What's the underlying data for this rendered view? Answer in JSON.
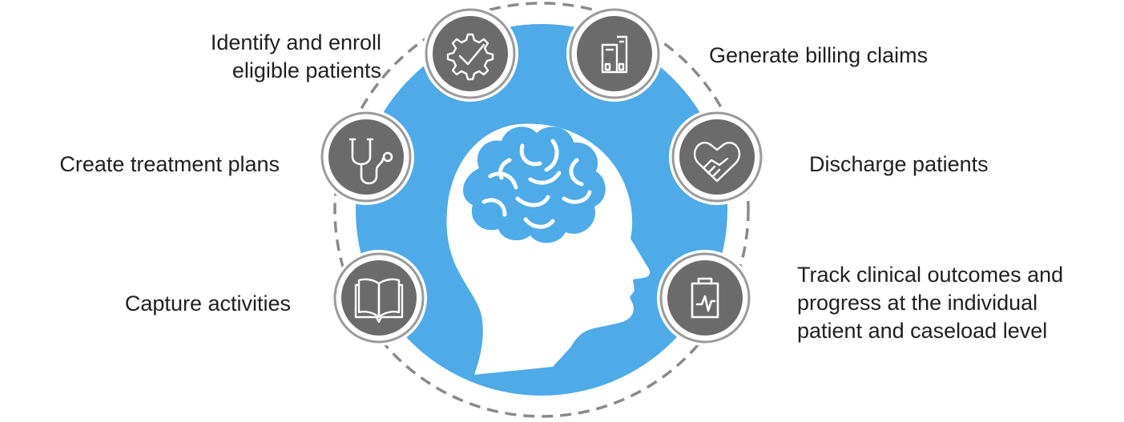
{
  "steps": [
    {
      "id": "identify",
      "icon": "gear-check-icon",
      "lines": [
        "Identify and enroll",
        "eligible patients"
      ]
    },
    {
      "id": "billing",
      "icon": "documents-icon",
      "lines": [
        "Generate billing claims"
      ]
    },
    {
      "id": "treatment",
      "icon": "stethoscope-icon",
      "lines": [
        "Create treatment plans"
      ]
    },
    {
      "id": "discharge",
      "icon": "handshake-heart-icon",
      "lines": [
        "Discharge patients"
      ]
    },
    {
      "id": "capture",
      "icon": "open-book-icon",
      "lines": [
        "Capture activities"
      ]
    },
    {
      "id": "track",
      "icon": "clipboard-chart-icon",
      "lines": [
        "Track clinical outcomes and",
        "progress at the individual",
        "patient and caseload level"
      ]
    }
  ],
  "center_icon": "head-brain-icon",
  "colors": {
    "accent_blue": "#4faae8",
    "node_fill": "#6b6b6b",
    "node_ring": "#9a9a9a",
    "dashed_ring": "#8a8a8a",
    "text": "#1f1f1f"
  }
}
